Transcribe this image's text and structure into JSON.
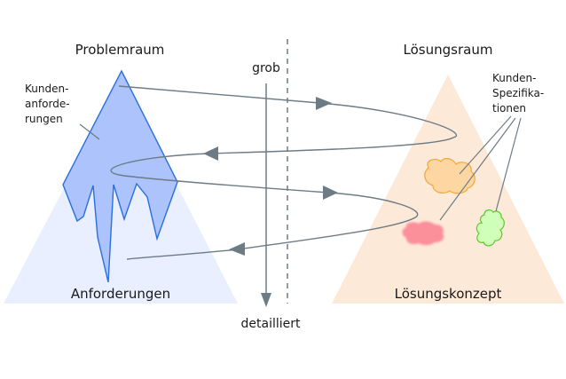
{
  "problem_space": {
    "title": "Problemraum",
    "bottom_label": "Anforderungen",
    "callout_lines": [
      "Kunden-",
      "anforde-",
      "rungen"
    ],
    "triangle_color": "#e9efff",
    "spike_fill": "#adc3fb",
    "spike_stroke": "#2a6fe0"
  },
  "solution_space": {
    "title": "Lösungsraum",
    "bottom_label": "Lösungskonzept",
    "callout_lines": [
      "Kunden-",
      "Spezifika-",
      "tionen"
    ],
    "triangle_color": "#fde9d8",
    "blob_colors": {
      "orange": "#fdd6a2",
      "orange_stroke": "#f0a83a",
      "red": "#fb8f9a",
      "green": "#cfffb8",
      "green_stroke": "#5cc52e"
    }
  },
  "axis": {
    "top_label": "grob",
    "bottom_label": "detailliert",
    "color": "#6d7b85"
  }
}
